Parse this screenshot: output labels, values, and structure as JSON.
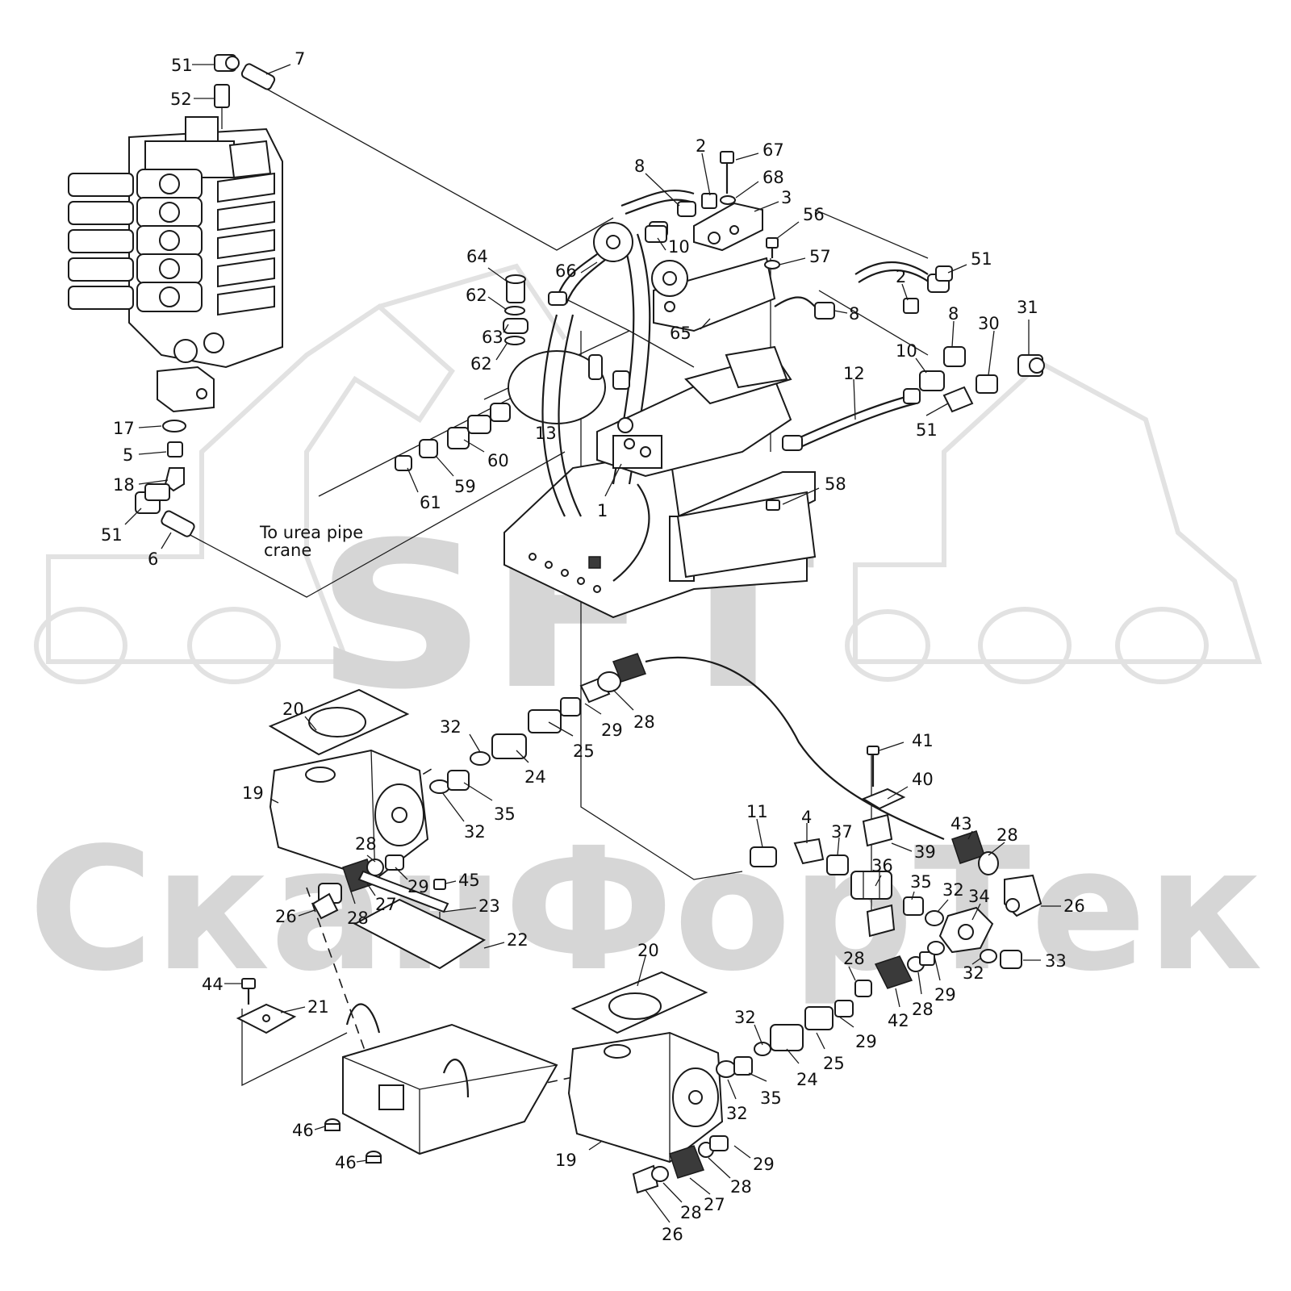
{
  "watermark": {
    "logo_text": "SFT",
    "brand_text": "СканФорТек"
  },
  "note": {
    "line1": "To urea pipe",
    "line2": "crane"
  },
  "callouts": [
    {
      "id": "c51a",
      "text": "51"
    },
    {
      "id": "c7",
      "text": "7"
    },
    {
      "id": "c52",
      "text": "52"
    },
    {
      "id": "c2a",
      "text": "2"
    },
    {
      "id": "c67",
      "text": "67"
    },
    {
      "id": "c8a",
      "text": "8"
    },
    {
      "id": "c68",
      "text": "68"
    },
    {
      "id": "c3",
      "text": "3"
    },
    {
      "id": "c56",
      "text": "56"
    },
    {
      "id": "c10a",
      "text": "10"
    },
    {
      "id": "c57",
      "text": "57"
    },
    {
      "id": "c64",
      "text": "64"
    },
    {
      "id": "c66",
      "text": "66"
    },
    {
      "id": "c51b",
      "text": "51"
    },
    {
      "id": "c2b",
      "text": "2"
    },
    {
      "id": "c62a",
      "text": "62"
    },
    {
      "id": "c8b",
      "text": "8"
    },
    {
      "id": "c65",
      "text": "65"
    },
    {
      "id": "c63",
      "text": "63"
    },
    {
      "id": "c8c",
      "text": "8"
    },
    {
      "id": "c30",
      "text": "30"
    },
    {
      "id": "c31",
      "text": "31"
    },
    {
      "id": "c62b",
      "text": "62"
    },
    {
      "id": "c10b",
      "text": "10"
    },
    {
      "id": "c12",
      "text": "12"
    },
    {
      "id": "c17",
      "text": "17"
    },
    {
      "id": "c13",
      "text": "13"
    },
    {
      "id": "c51c",
      "text": "51"
    },
    {
      "id": "c5",
      "text": "5"
    },
    {
      "id": "c60",
      "text": "60"
    },
    {
      "id": "c18",
      "text": "18"
    },
    {
      "id": "c59",
      "text": "59"
    },
    {
      "id": "c61",
      "text": "61"
    },
    {
      "id": "c58",
      "text": "58"
    },
    {
      "id": "c1",
      "text": "1"
    },
    {
      "id": "c51d",
      "text": "51"
    },
    {
      "id": "c6",
      "text": "6"
    },
    {
      "id": "c20a",
      "text": "20"
    },
    {
      "id": "c28a",
      "text": "28"
    },
    {
      "id": "c29a",
      "text": "29"
    },
    {
      "id": "c32a",
      "text": "32"
    },
    {
      "id": "c25a",
      "text": "25"
    },
    {
      "id": "c24a",
      "text": "24"
    },
    {
      "id": "c41",
      "text": "41"
    },
    {
      "id": "c19a",
      "text": "19"
    },
    {
      "id": "c40",
      "text": "40"
    },
    {
      "id": "c35a",
      "text": "35"
    },
    {
      "id": "c32b",
      "text": "32"
    },
    {
      "id": "c11",
      "text": "11"
    },
    {
      "id": "c4",
      "text": "4"
    },
    {
      "id": "c43",
      "text": "43"
    },
    {
      "id": "c28b",
      "text": "28"
    },
    {
      "id": "c37",
      "text": "37"
    },
    {
      "id": "c39",
      "text": "39"
    },
    {
      "id": "c28c",
      "text": "28"
    },
    {
      "id": "c36",
      "text": "36"
    },
    {
      "id": "c29b",
      "text": "29"
    },
    {
      "id": "c45",
      "text": "45"
    },
    {
      "id": "c35b",
      "text": "35"
    },
    {
      "id": "c32c",
      "text": "32"
    },
    {
      "id": "c34",
      "text": "34"
    },
    {
      "id": "c26a",
      "text": "26"
    },
    {
      "id": "c26b",
      "text": "26"
    },
    {
      "id": "c28d",
      "text": "28"
    },
    {
      "id": "c27a",
      "text": "27"
    },
    {
      "id": "c23",
      "text": "23"
    },
    {
      "id": "c22",
      "text": "22"
    },
    {
      "id": "c28e",
      "text": "28"
    },
    {
      "id": "c33",
      "text": "33"
    },
    {
      "id": "c32d",
      "text": "32"
    },
    {
      "id": "c20b",
      "text": "20"
    },
    {
      "id": "c29c",
      "text": "29"
    },
    {
      "id": "c28f",
      "text": "28"
    },
    {
      "id": "c42",
      "text": "42"
    },
    {
      "id": "c44",
      "text": "44"
    },
    {
      "id": "c21",
      "text": "21"
    },
    {
      "id": "c32e",
      "text": "32"
    },
    {
      "id": "c29d",
      "text": "29"
    },
    {
      "id": "c25b",
      "text": "25"
    },
    {
      "id": "c24b",
      "text": "24"
    },
    {
      "id": "c35c",
      "text": "35"
    },
    {
      "id": "c32f",
      "text": "32"
    },
    {
      "id": "c46a",
      "text": "46"
    },
    {
      "id": "c46b",
      "text": "46"
    },
    {
      "id": "c19b",
      "text": "19"
    },
    {
      "id": "c29e",
      "text": "29"
    },
    {
      "id": "c28g",
      "text": "28"
    },
    {
      "id": "c27b",
      "text": "27"
    },
    {
      "id": "c28h",
      "text": "28"
    },
    {
      "id": "c26c",
      "text": "26"
    }
  ]
}
